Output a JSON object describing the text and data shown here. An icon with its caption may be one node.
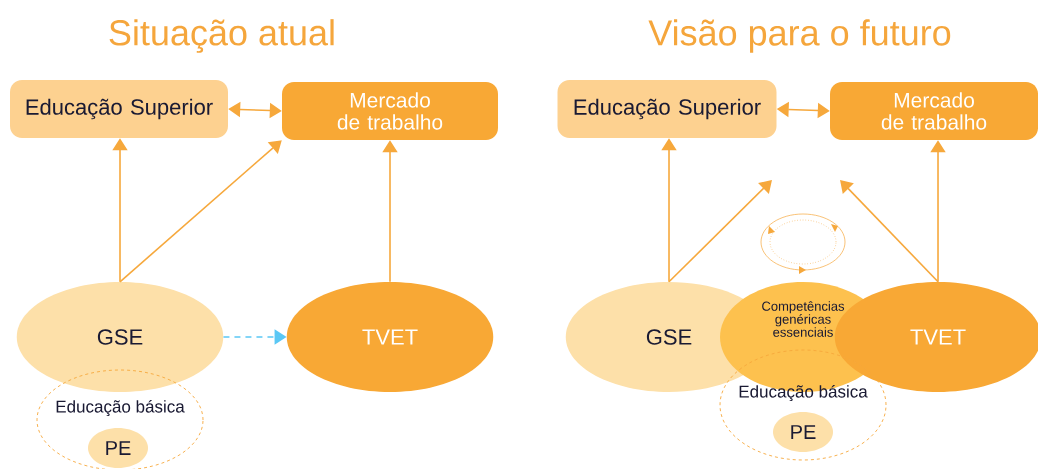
{
  "diagram": {
    "nodes": [
      {
        "text": [
          "Educação Superior"
        ]
      },
      {
        "text": [
          "Mercado de trabalho"
        ]
      },
      {
        "text": [
          "GSE"
        ]
      },
      {
        "text": [
          "TVET"
        ]
      },
      {
        "text": [
          "Educação básica"
        ]
      },
      {
        "text": [
          "PE"
        ],
        "in": 4
      },
      {
        "text": [
          "Educação Superior"
        ]
      },
      {
        "text": [
          "Mercado de trabalho"
        ]
      },
      {
        "text": [
          "GSE"
        ]
      },
      {
        "text": [
          "Competências genéricas essenciais"
        ]
      },
      {
        "text": [
          "TVET"
        ]
      },
      {
        "text": [
          "Educação básica"
        ]
      },
      {
        "text": [
          "PE"
        ],
        "in": 11
      }
    ],
    "edges": [
      {
        "from": 0,
        "to": 1,
        "arrow": "both"
      },
      {
        "from": 2,
        "to": 0,
        "arrow": "to"
      },
      {
        "from": 2,
        "to": 1,
        "arrow": "to"
      },
      {
        "from": 3,
        "to": 1,
        "arrow": "to"
      },
      {
        "from": 2,
        "to": 3,
        "arrow": "to",
        "style": "dashed",
        "color": "#5bc8f5"
      },
      {
        "from": 6,
        "to": 7,
        "arrow": "both"
      },
      {
        "from": 8,
        "to": 6,
        "arrow": "to"
      },
      {
        "from": 8,
        "to": null,
        "arrow": "to"
      },
      {
        "from": 10,
        "to": 7,
        "arrow": "to"
      },
      {
        "from": 10,
        "to": null,
        "arrow": "to"
      }
    ],
    "labels": [
      "Situação atual",
      "Visão para o futuro"
    ]
  }
}
